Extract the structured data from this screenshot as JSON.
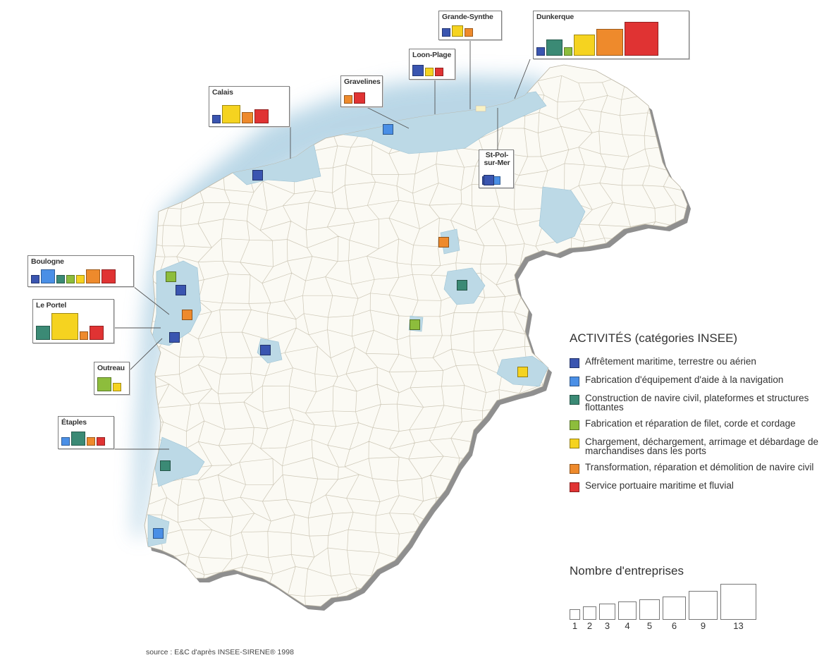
{
  "colors": {
    "affretement": "#3a55b0",
    "navigation": "#4a8fe6",
    "construction": "#3b8a75",
    "filet": "#8dbd3c",
    "chargement": "#f5d320",
    "transformation": "#ee8a2c",
    "service": "#e03333",
    "land": "#fbfaf4",
    "sea": "#bcd9e6",
    "border": "#c9c3b2"
  },
  "legend": {
    "title": "ACTIVITÉS (catégories INSEE)",
    "items": [
      {
        "key": "affretement",
        "label": "Affrêtement maritime, terrestre ou aérien"
      },
      {
        "key": "navigation",
        "label": "Fabrication d'équipement d'aide à la navigation"
      },
      {
        "key": "construction",
        "label": "Construction de navire civil, plateformes et structures flottantes"
      },
      {
        "key": "filet",
        "label": "Fabrication et réparation de filet, corde et cordage"
      },
      {
        "key": "chargement",
        "label": "Chargement, déchargement, arrimage et débardage de marchandises dans les ports"
      },
      {
        "key": "transformation",
        "label": "Transformation, réparation et démolition de navire civil"
      },
      {
        "key": "service",
        "label": "Service portuaire maritime et fluvial"
      }
    ]
  },
  "size_legend": {
    "title": "Nombre d'entreprises",
    "values": [
      1,
      2,
      3,
      4,
      5,
      6,
      9,
      13
    ]
  },
  "towns": [
    {
      "name": "Calais",
      "counts": [
        {
          "key": "affretement",
          "n": 1
        },
        {
          "key": "chargement",
          "n": 5
        },
        {
          "key": "transformation",
          "n": 2
        },
        {
          "key": "service",
          "n": 3
        }
      ]
    },
    {
      "name": "Gravelines",
      "counts": [
        {
          "key": "transformation",
          "n": 1
        },
        {
          "key": "service",
          "n": 2
        }
      ]
    },
    {
      "name": "Loon-Plage",
      "counts": [
        {
          "key": "affretement",
          "n": 2
        },
        {
          "key": "chargement",
          "n": 1
        },
        {
          "key": "service",
          "n": 1
        }
      ]
    },
    {
      "name": "Grande-Synthe",
      "counts": [
        {
          "key": "affretement",
          "n": 1
        },
        {
          "key": "chargement",
          "n": 2
        },
        {
          "key": "transformation",
          "n": 1
        }
      ]
    },
    {
      "name": "Dunkerque",
      "counts": [
        {
          "key": "affretement",
          "n": 1
        },
        {
          "key": "construction",
          "n": 4
        },
        {
          "key": "filet",
          "n": 1
        },
        {
          "key": "chargement",
          "n": 6
        },
        {
          "key": "transformation",
          "n": 9
        },
        {
          "key": "service",
          "n": 13
        }
      ]
    },
    {
      "name": "St-Pol-sur-Mer",
      "counts": [
        {
          "key": "affretement",
          "n": 1
        },
        {
          "key": "navigation",
          "n": 1
        }
      ]
    },
    {
      "name": "Boulogne",
      "counts": [
        {
          "key": "affretement",
          "n": 1
        },
        {
          "key": "navigation",
          "n": 3
        },
        {
          "key": "construction",
          "n": 1
        },
        {
          "key": "filet",
          "n": 1
        },
        {
          "key": "chargement",
          "n": 1
        },
        {
          "key": "transformation",
          "n": 3
        },
        {
          "key": "service",
          "n": 3
        }
      ]
    },
    {
      "name": "Le Portel",
      "counts": [
        {
          "key": "construction",
          "n": 3
        },
        {
          "key": "chargement",
          "n": 9
        },
        {
          "key": "transformation",
          "n": 1
        },
        {
          "key": "service",
          "n": 3
        }
      ]
    },
    {
      "name": "Outreau",
      "counts": [
        {
          "key": "filet",
          "n": 3
        },
        {
          "key": "chargement",
          "n": 1
        }
      ]
    },
    {
      "name": "Étaples",
      "counts": [
        {
          "key": "navigation",
          "n": 1
        },
        {
          "key": "construction",
          "n": 3
        },
        {
          "key": "transformation",
          "n": 1
        },
        {
          "key": "service",
          "n": 1
        }
      ]
    }
  ],
  "markers": [
    {
      "key": "affretement"
    },
    {
      "key": "navigation"
    },
    {
      "key": "affretement"
    },
    {
      "key": "transformation"
    },
    {
      "key": "construction"
    },
    {
      "key": "filet"
    },
    {
      "key": "affretement"
    },
    {
      "key": "chargement"
    },
    {
      "key": "filet"
    },
    {
      "key": "affretement"
    },
    {
      "key": "transformation"
    },
    {
      "key": "affretement"
    },
    {
      "key": "construction"
    },
    {
      "key": "navigation"
    }
  ],
  "source": "source : E&C d'après INSEE-SIRENE® 1998"
}
